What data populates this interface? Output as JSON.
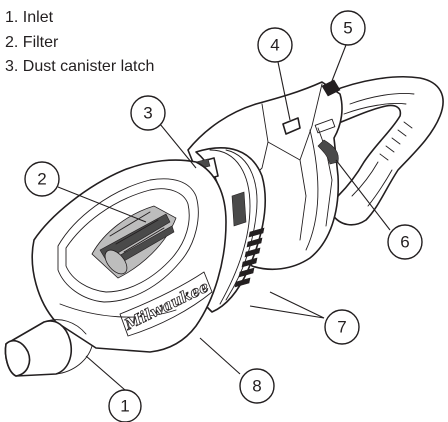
{
  "legend": [
    "1. Inlet",
    "2. Filter",
    "3. Dust canister latch"
  ],
  "callouts": [
    "1",
    "2",
    "3",
    "4",
    "5",
    "6",
    "7",
    "8"
  ],
  "brand_logo": "Milwaukee",
  "colors": {
    "ink": "#231f20",
    "background": "#ffffff"
  }
}
